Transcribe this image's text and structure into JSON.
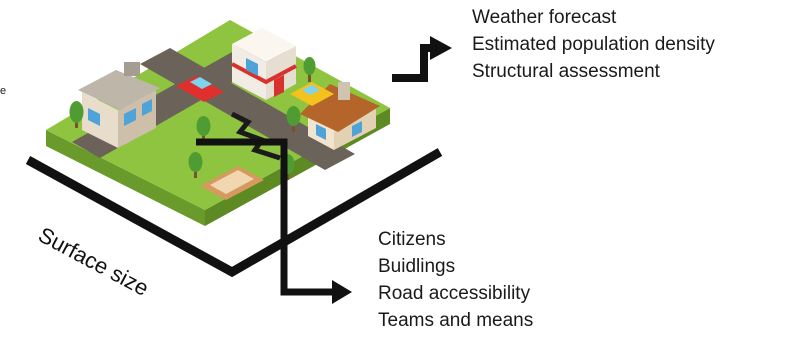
{
  "top_list": {
    "items": [
      "Weather forecast",
      "Estimated population density",
      "Structural assessment"
    ]
  },
  "bottom_list": {
    "items": [
      "Citizens",
      "Buidlings",
      "Road accessibility",
      "Teams and means"
    ]
  },
  "surface_label": "Surface size",
  "edge_letter": "e",
  "colors": {
    "grass": "#8ec43f",
    "grass_side": "#6b9a2c",
    "road": "#6b6259",
    "arrow": "#111111"
  }
}
